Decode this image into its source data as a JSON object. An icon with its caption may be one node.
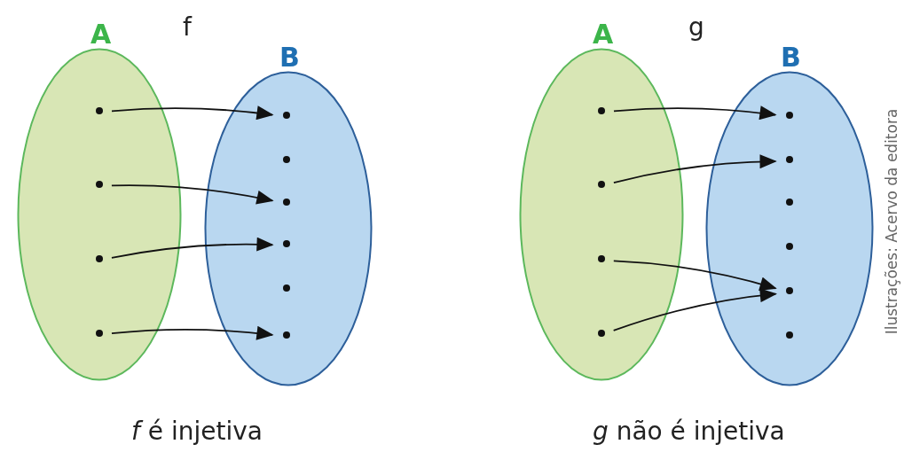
{
  "diagram": {
    "nodes": [
      {
        "text": [
          "A"
        ]
      },
      {
        "text": [],
        "shape": "circle",
        "in": 0
      },
      {
        "text": [],
        "shape": "circle",
        "in": 0
      },
      {
        "text": [],
        "shape": "circle",
        "in": 0
      },
      {
        "text": [],
        "shape": "circle",
        "in": 0
      },
      {
        "text": [
          "B"
        ]
      },
      {
        "text": [],
        "shape": "circle",
        "in": 5
      },
      {
        "text": [],
        "shape": "circle",
        "in": 5
      },
      {
        "text": [],
        "shape": "circle",
        "in": 5
      },
      {
        "text": [],
        "shape": "circle",
        "in": 5
      },
      {
        "text": [],
        "shape": "circle",
        "in": 5
      },
      {
        "text": [],
        "shape": "circle",
        "in": 5
      },
      {
        "text": [
          "A"
        ]
      },
      {
        "text": [],
        "shape": "circle",
        "in": 12
      },
      {
        "text": [],
        "shape": "circle",
        "in": 12
      },
      {
        "text": [],
        "shape": "circle",
        "in": 12
      },
      {
        "text": [],
        "shape": "circle",
        "in": 12
      },
      {
        "text": [
          "B"
        ]
      },
      {
        "text": [],
        "shape": "circle",
        "in": 17
      },
      {
        "text": [],
        "shape": "circle",
        "in": 17
      },
      {
        "text": [],
        "shape": "circle",
        "in": 17
      },
      {
        "text": [],
        "shape": "circle",
        "in": 17
      },
      {
        "text": [],
        "shape": "circle",
        "in": 17
      },
      {
        "text": [],
        "shape": "circle",
        "in": 17
      }
    ],
    "edges": [
      {
        "from": 1,
        "to": 6,
        "arrow": "to"
      },
      {
        "from": 2,
        "to": 8,
        "arrow": "to"
      },
      {
        "from": 3,
        "to": 9,
        "arrow": "to"
      },
      {
        "from": 4,
        "to": 11,
        "arrow": "to"
      },
      {
        "from": 13,
        "to": 18,
        "arrow": "to"
      },
      {
        "from": 14,
        "to": 19,
        "arrow": "to"
      },
      {
        "from": 15,
        "to": 22,
        "arrow": "to"
      },
      {
        "from": 16,
        "to": 22,
        "arrow": "to"
      }
    ],
    "labels": [
      "f",
      "g",
      "*f* é injetiva",
      "*g* não é injetiva",
      "Ilustrações: Acervo da editora"
    ]
  }
}
